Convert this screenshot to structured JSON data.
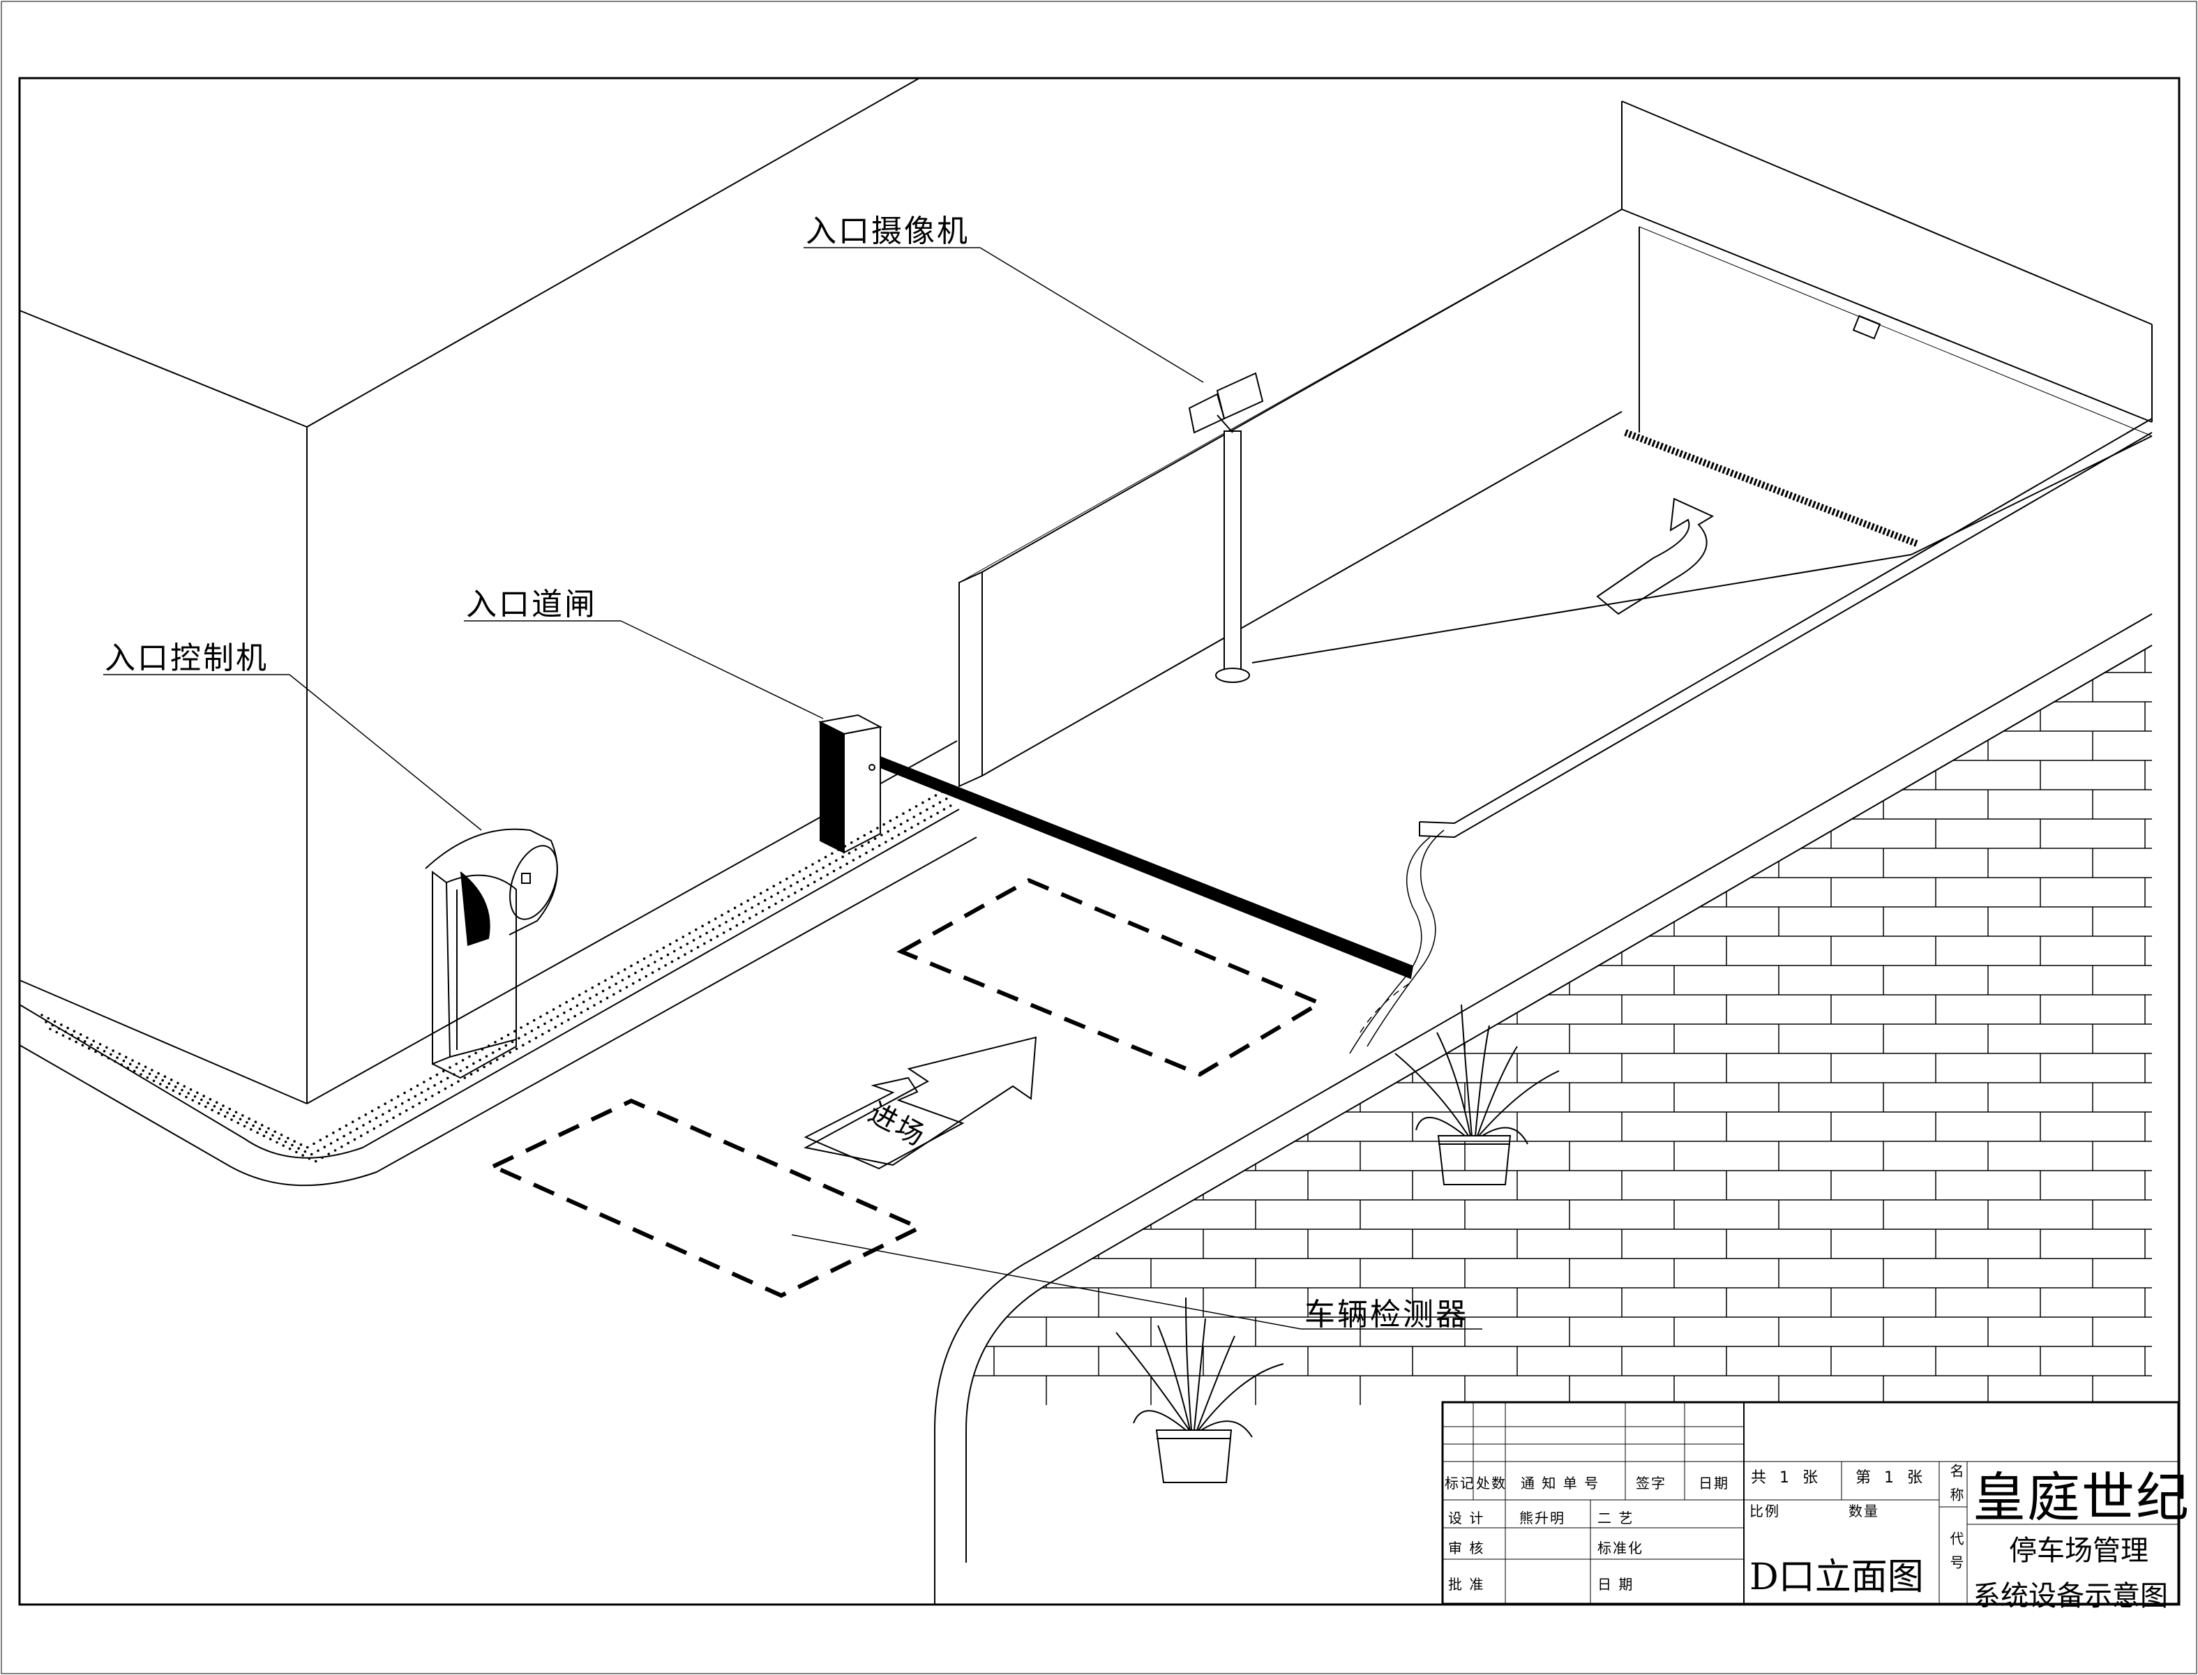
{
  "labels": {
    "camera": "入口摄像机",
    "barrier": "入口道闸",
    "controller": "入口控制机",
    "detector": "车辆检测器",
    "arrow_text": "进场"
  },
  "title_block": {
    "row_labels": [
      "标记",
      "处数",
      "通 知 单 号",
      "签字",
      "日期"
    ],
    "design": "设 计",
    "draftsman": "熊升明",
    "craft": "二 艺",
    "review": "审 核",
    "standard": "标准化",
    "approve": "批 准",
    "date": "日 期",
    "sheets_total": "共 1 张",
    "sheet_no": "第 1 张",
    "scale": "比例",
    "quantity": "数量",
    "name_col": "名称",
    "code_col": "代号",
    "view_name": "D口立面图",
    "company": "皇庭世纪",
    "subtitle": "停车场管理",
    "drawing_name": "系统设备示意图"
  }
}
